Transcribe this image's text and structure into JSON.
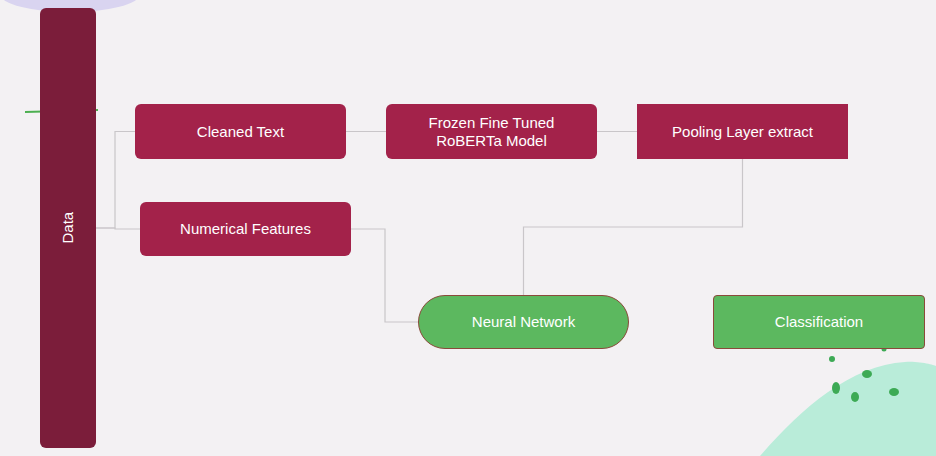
{
  "diagram": {
    "nodes": [
      {
        "text": [
          "Data"
        ]
      },
      {
        "text": [
          "Cleaned Text"
        ]
      },
      {
        "text": [
          "Frozen Fine Tuned RoBERTa Model"
        ]
      },
      {
        "text": [
          "Pooling Layer extract"
        ]
      },
      {
        "text": [
          "Numerical Features"
        ]
      },
      {
        "text": [
          "Neural Network"
        ]
      },
      {
        "text": [
          "Classification"
        ]
      }
    ],
    "edges": [
      {
        "from": 0,
        "to": 1,
        "arrow": "none"
      },
      {
        "from": 0,
        "to": 4,
        "arrow": "none"
      },
      {
        "from": 1,
        "to": 2,
        "arrow": "none"
      },
      {
        "from": 2,
        "to": 3,
        "arrow": "none"
      },
      {
        "from": 3,
        "to": 5,
        "arrow": "none"
      },
      {
        "from": 4,
        "to": 5,
        "arrow": "none"
      }
    ]
  }
}
